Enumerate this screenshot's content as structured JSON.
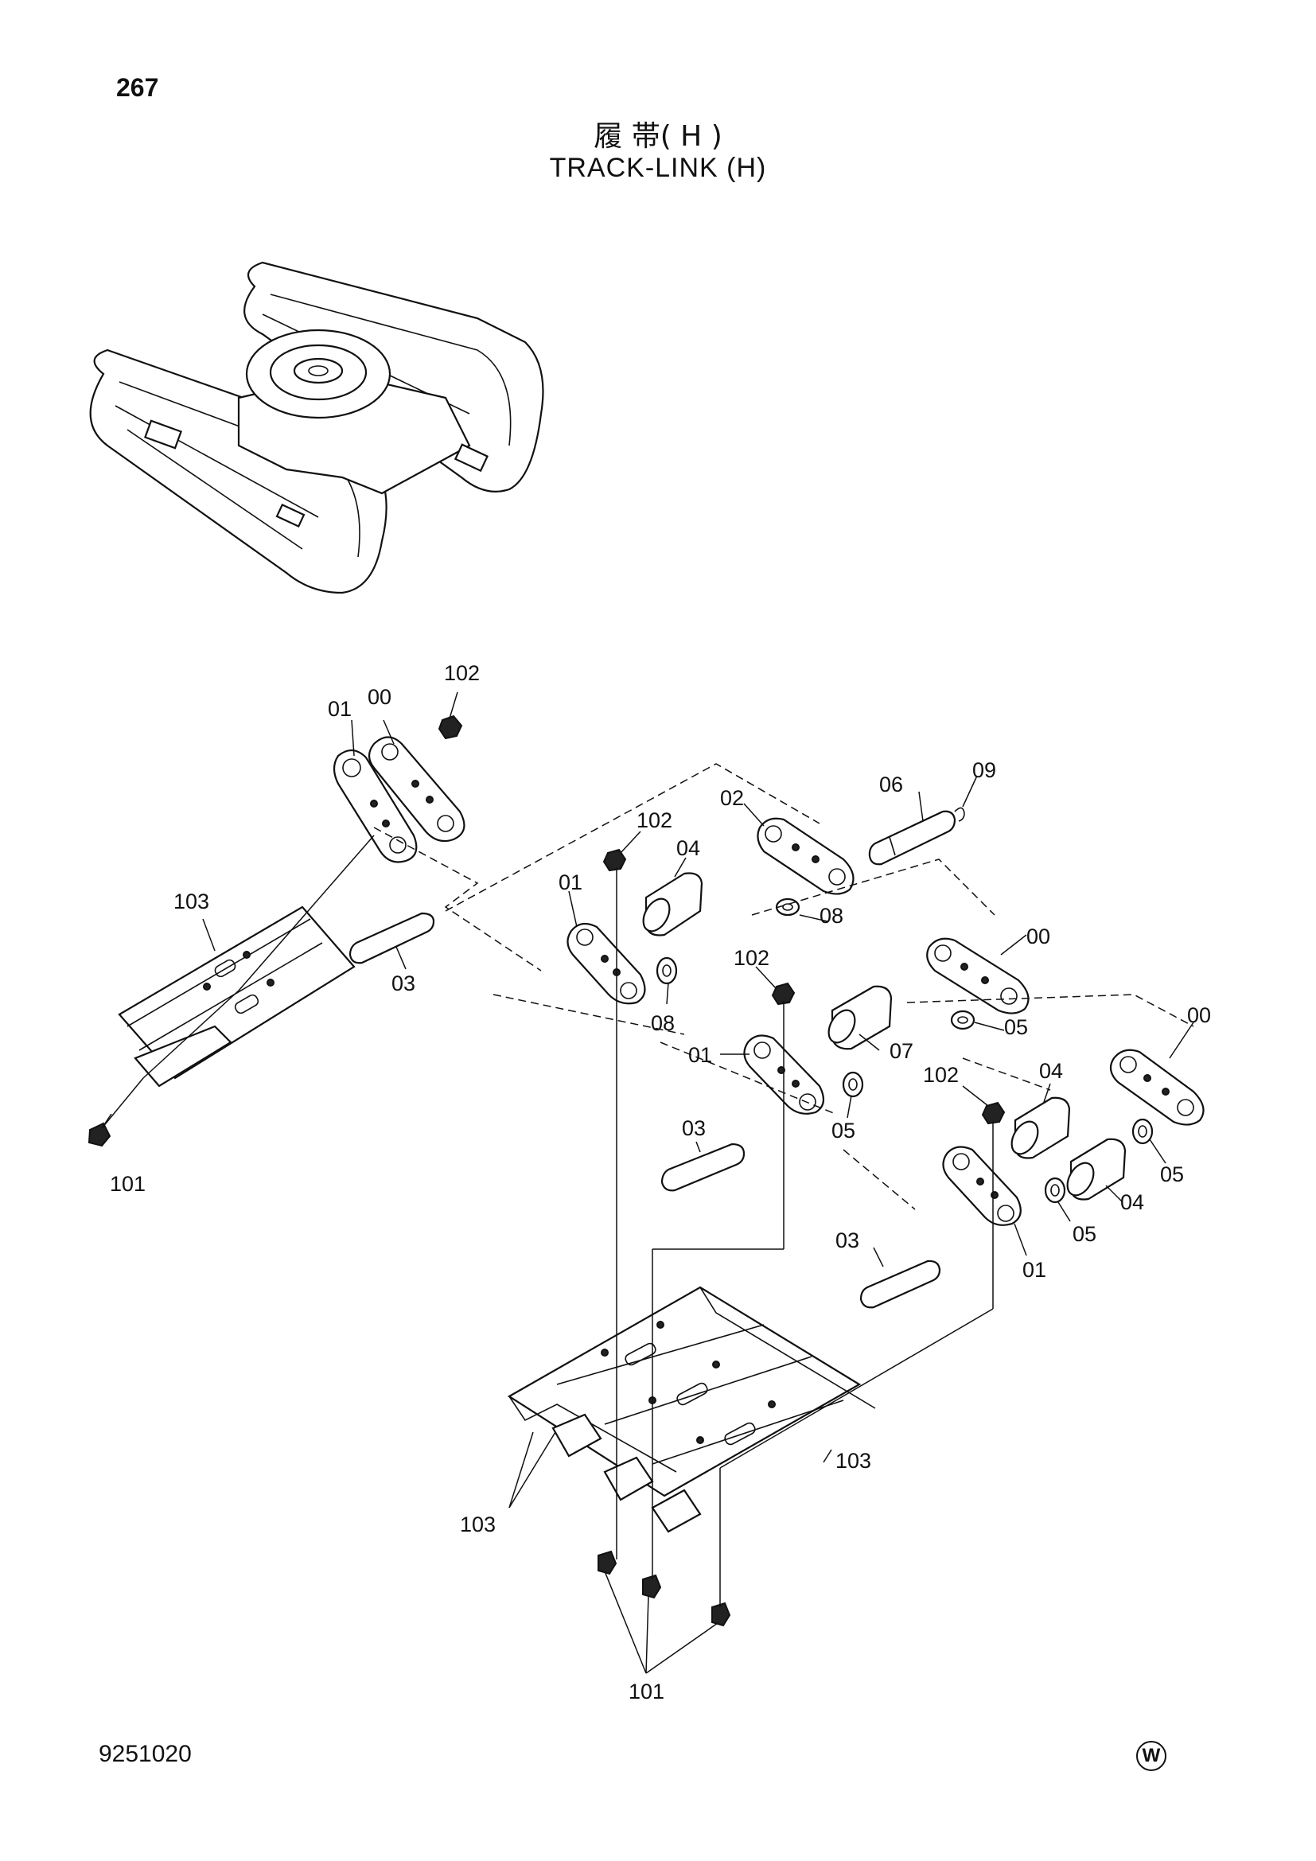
{
  "page": {
    "number": "267"
  },
  "title": {
    "japanese": "履 帯( H )",
    "english": "TRACK-LINK (H)"
  },
  "footer": {
    "code": "9251020",
    "mark": "W"
  },
  "labels": {
    "l00a": "00",
    "l01a": "01",
    "l102a": "102",
    "l103a": "103",
    "l03a": "03",
    "l101a": "101",
    "l102b": "102",
    "l04a": "04",
    "l02": "02",
    "l06": "06",
    "l09": "09",
    "l01b": "01",
    "l08a": "08",
    "l08b": "08",
    "l102c": "102",
    "l00b": "00",
    "l05a": "05",
    "l07": "07",
    "l01c": "01",
    "l05b": "05",
    "l03b": "03",
    "l00c": "00",
    "l102d": "102",
    "l04b": "04",
    "l05c": "05",
    "l04c": "04",
    "l05d": "05",
    "l03c": "03",
    "l01d": "01",
    "l103b": "103",
    "l103c": "103",
    "l101b": "101"
  }
}
